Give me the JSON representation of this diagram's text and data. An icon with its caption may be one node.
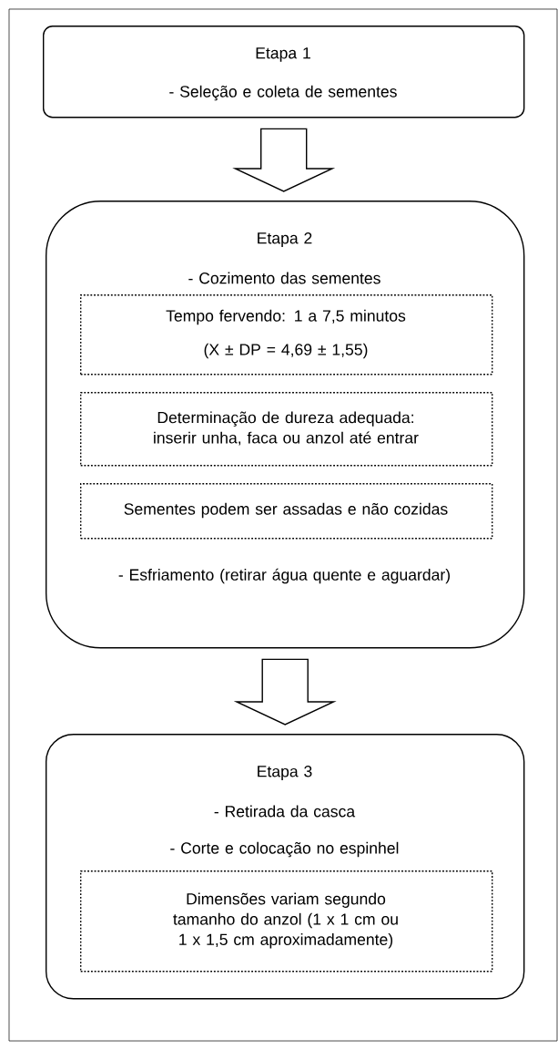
{
  "diagram": {
    "nodes": [
      {
        "text": [
          "Etapa 1",
          "- Seleção e coleta de sementes"
        ]
      },
      {
        "text": [
          "Etapa 2",
          "- Cozimento das sementes",
          "- Esfriamento (retirar água quente e aguardar)"
        ]
      },
      {
        "text": [
          "Tempo fervendo: 1 a 7,5 minutos",
          "(X ± DP = 4,69 ± 1,55)"
        ],
        "in": 1
      },
      {
        "text": [
          "Determinação de dureza adequada: inserir unha, faca ou anzol até entrar"
        ],
        "in": 1
      },
      {
        "text": [
          "Sementes podem ser assadas e não cozidas"
        ],
        "in": 1
      },
      {
        "text": [
          "Etapa 3",
          "- Retirada da casca",
          "- Corte e colocação no espinhel"
        ]
      },
      {
        "text": [
          "Dimensões variam segundo tamanho do anzol (1 x 1 cm ou 1 x 1,5 cm aproximadamente)"
        ],
        "in": 5
      }
    ],
    "edges": [
      {
        "from": 0,
        "to": 1,
        "arrow": "to"
      },
      {
        "from": 1,
        "to": 5,
        "arrow": "to"
      }
    ]
  }
}
